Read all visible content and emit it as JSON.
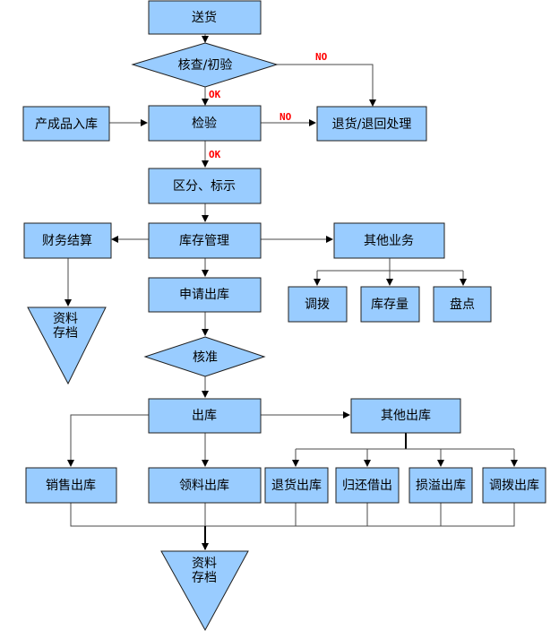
{
  "nodes": {
    "delivery": "送货",
    "initial_check": "核查/初验",
    "product_in": "产成品入库",
    "inspection": "检验",
    "return_handle": "退货/退回处理",
    "sort_label": "区分、标示",
    "finance": "财务结算",
    "archive1_l1": "资料",
    "archive1_l2": "存档",
    "warehouse_mgmt": "库存管理",
    "other_business": "其他业务",
    "transfer": "调拨",
    "stock_qty": "库存量",
    "inventory_check": "盘点",
    "request_out": "申请出库",
    "approve": "核准",
    "outbound": "出库",
    "other_out": "其他出库",
    "sales_out": "销售出库",
    "material_out": "领料出库",
    "return_out": "退货出库",
    "borrow_out": "归还借出",
    "loss_out": "损溢出库",
    "transfer_out": "调拨出库",
    "archive2_l1": "资料",
    "archive2_l2": "存档"
  },
  "edge_labels": {
    "no1": "NO",
    "ok1": "OK",
    "no2": "NO",
    "ok2": "OK"
  }
}
